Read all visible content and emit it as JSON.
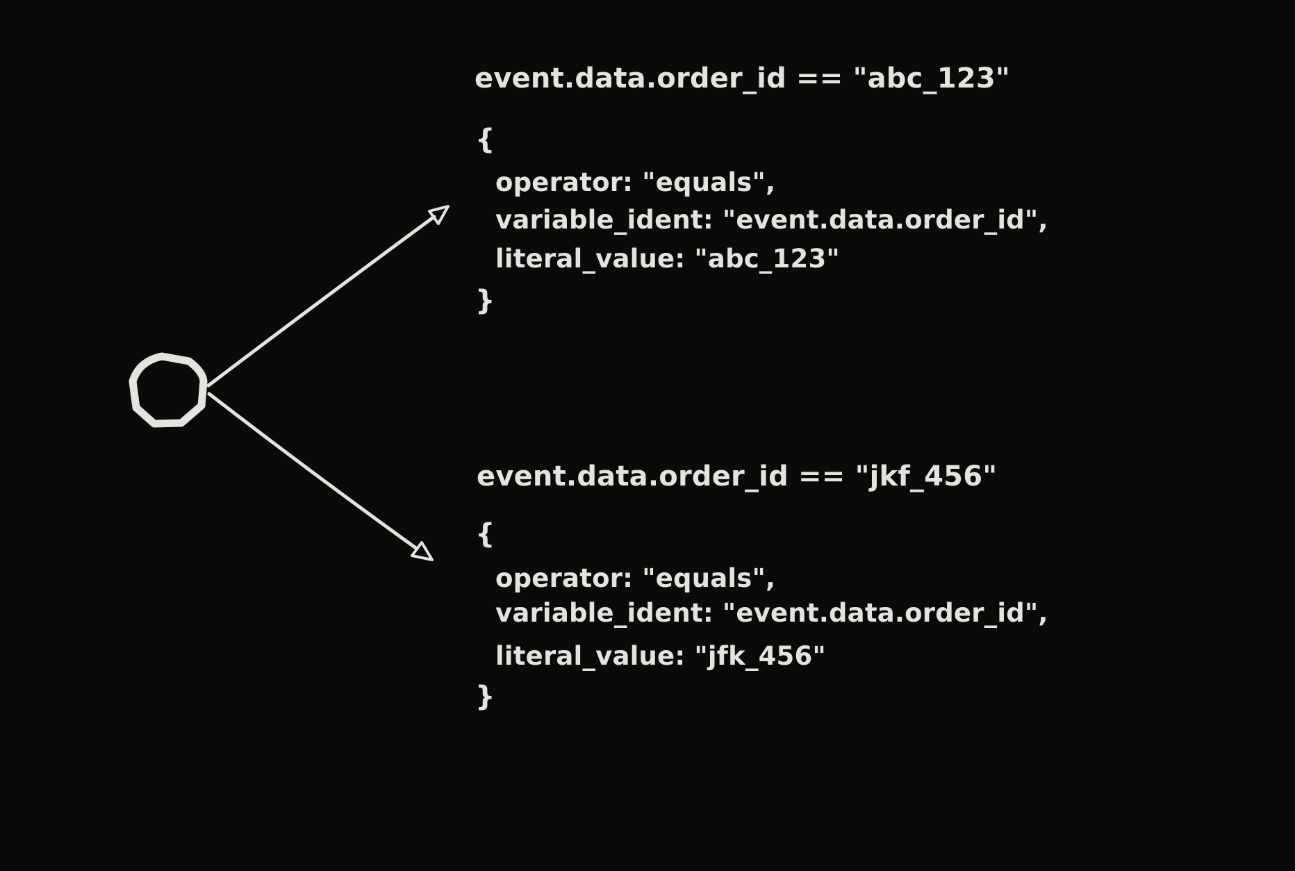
{
  "colors": {
    "background": "#0a0a08",
    "ink": "#e4e3e0"
  },
  "diagram": {
    "node_shape": "hand-drawn-circle",
    "branches": [
      {
        "title": "event.data.order_id == \"abc_123\"",
        "lines": [
          "{",
          "operator: \"equals\",",
          "variable_ident: \"event.data.order_id\",",
          "literal_value: \"abc_123\"",
          "}"
        ]
      },
      {
        "title": "event.data.order_id == \"jkf_456\"",
        "lines": [
          "{",
          "operator: \"equals\",",
          "variable_ident: \"event.data.order_id\",",
          "literal_value: \"jfk_456\"",
          "}"
        ]
      }
    ]
  }
}
